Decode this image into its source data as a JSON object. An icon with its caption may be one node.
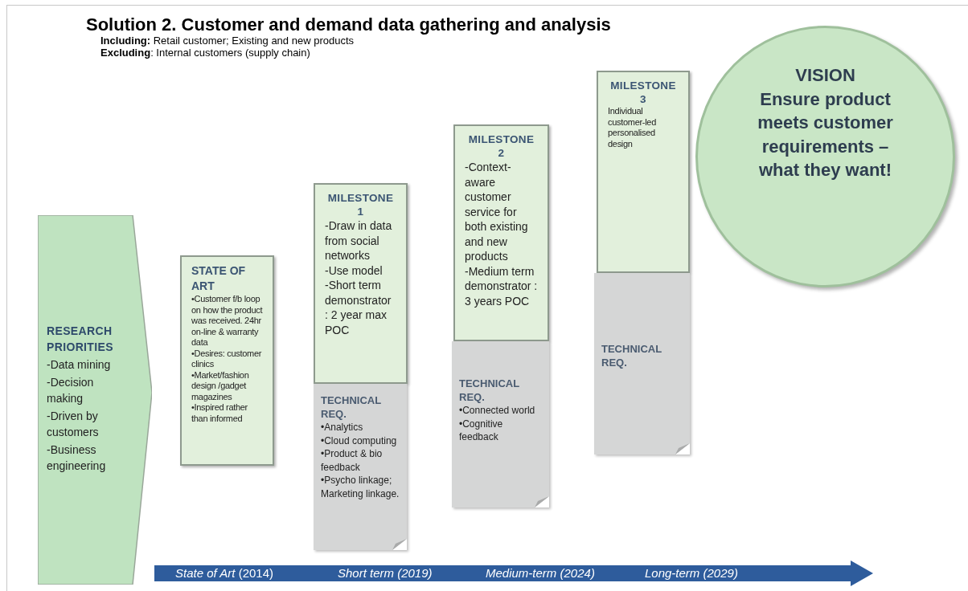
{
  "diagram": {
    "title": "Solution 2. Customer and demand data gathering and analysis",
    "labels": [
      "**Including:** Retail customer; Existing and new products",
      "**Excluding**: Internal customers (supply chain)"
    ],
    "nodes": [
      {
        "text": [
          "RESEARCH PRIORITIES",
          "-Data mining",
          "-Decision making",
          "-Driven by customers",
          "-Business engineering"
        ]
      },
      {
        "text": [
          "STATE OF ART",
          "•Customer f/b loop on how the product was received. 24hr on-line & warranty data",
          "•Desires: customer clinics",
          "•Market/fashion design /gadget magazines",
          "•Inspired rather than informed"
        ]
      },
      {
        "text": [
          "MILESTONE 1",
          "-Draw in data from social networks",
          "-Use model",
          "-Short term demonstrator : 2 year max POC"
        ]
      },
      {
        "text": [
          "TECHNICAL REQ.",
          "•Analytics",
          "•Cloud computing",
          "•Product & bio feedback",
          "•Psycho linkage; Marketing linkage."
        ]
      },
      {
        "text": [
          "MILESTONE 2",
          "-Context-aware customer service for both existing and new products",
          "-Medium term demonstrator : 3 years POC"
        ]
      },
      {
        "text": [
          "TECHNICAL REQ.",
          "•Connected world",
          "•Cognitive feedback"
        ]
      },
      {
        "text": [
          "MILESTONE 3",
          "Individual customer-led personalised design"
        ]
      },
      {
        "text": [
          "TECHNICAL REQ."
        ]
      },
      {
        "text": [
          "VISION",
          "Ensure product meets customer requirements – what they want!"
        ]
      },
      {
        "text": [
          "*State of Art* (2014)",
          "*Short term (2019)*",
          "*Medium-term (2024)*",
          "*Long-term  (2029)*"
        ]
      }
    ]
  }
}
